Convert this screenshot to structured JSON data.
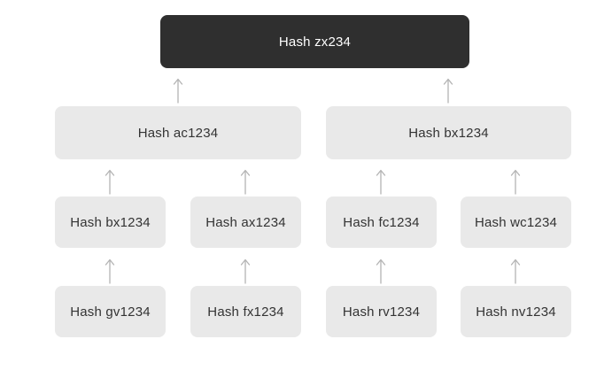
{
  "colors": {
    "background": "#ffffff",
    "root_bg": "#2f2f2f",
    "root_text": "#ffffff",
    "node_bg": "#e9e9e9",
    "node_text": "#333333",
    "arrow": "#b3b3b3"
  },
  "icons": {
    "arrow": "up-arrow"
  },
  "tree": {
    "root": {
      "label": "Hash zx234"
    },
    "level2": [
      {
        "label": "Hash ac1234"
      },
      {
        "label": "Hash bx1234"
      }
    ],
    "level3": [
      {
        "label": "Hash bx1234"
      },
      {
        "label": "Hash ax1234"
      },
      {
        "label": "Hash fc1234"
      },
      {
        "label": "Hash wc1234"
      }
    ],
    "level4": [
      {
        "label": "Hash gv1234"
      },
      {
        "label": "Hash fx1234"
      },
      {
        "label": "Hash rv1234"
      },
      {
        "label": "Hash nv1234"
      }
    ]
  }
}
